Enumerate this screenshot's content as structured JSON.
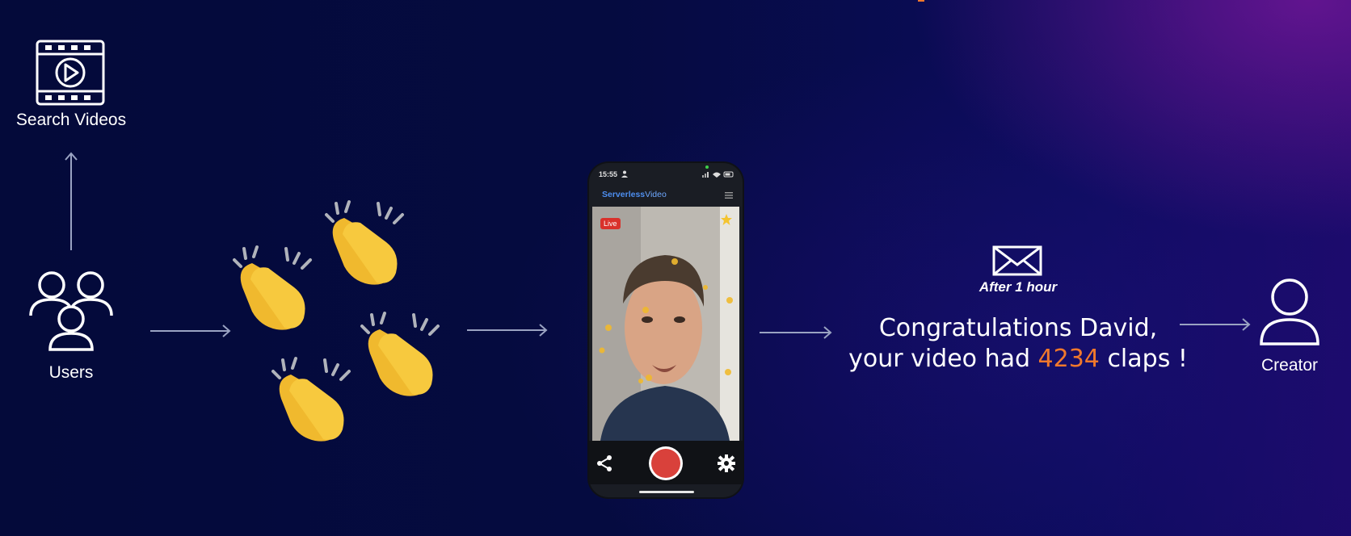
{
  "nodes": {
    "search": {
      "label": "Search Videos",
      "icon": "video-film-icon"
    },
    "users": {
      "label": "Users",
      "icon": "users-group-icon"
    },
    "creator": {
      "label": "Creator",
      "icon": "user-icon"
    }
  },
  "claps": {
    "icon": "clapping-hands-icon",
    "count_shown": 4
  },
  "phone": {
    "status_time": "15:55",
    "app_name_a": "Serverless",
    "app_name_b": "Video",
    "live_badge": "Live",
    "icons": [
      "menu-icon",
      "star-icon",
      "share-icon",
      "record-button",
      "settings-icon"
    ]
  },
  "notification": {
    "icon": "envelope-icon",
    "after_label": "After 1 hour",
    "line1": "Congratulations David,",
    "line2_prefix": "your video had ",
    "clap_count": "4234",
    "line2_suffix": " claps !"
  },
  "colors": {
    "accent_orange": "#f0782c",
    "arrow": "#9aa3c2",
    "record_red": "#d9413b",
    "app_blue": "#4d8ef0"
  }
}
